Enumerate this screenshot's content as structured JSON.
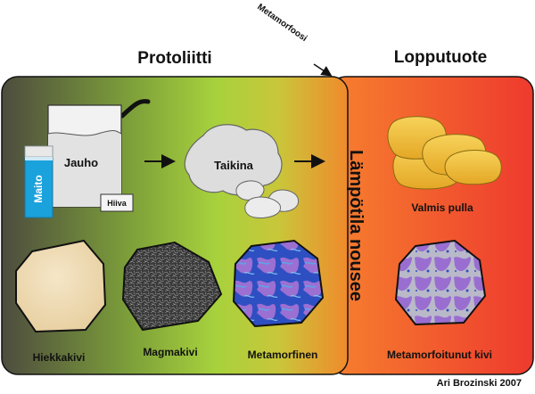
{
  "headings": {
    "left": "Protoliitti",
    "right": "Lopputuote",
    "arrow_label": "Metamorfoosi"
  },
  "center_label": "Lämpötila nousee",
  "baking": {
    "milk": "Maito",
    "flour": "Jauho",
    "yeast": "Hiiva",
    "dough": "Taikina",
    "product": "Valmis pulla"
  },
  "rocks": {
    "sandstone": "Hiekkakivi",
    "igneous": "Magmakivi",
    "metamorphic": "Metamorfinen",
    "metamorphosed": "Metamorfoitunut kivi"
  },
  "credit": "Ari Brozinski 2007",
  "colors": {
    "left_gradient": [
      "#4f4f3f",
      "#8ec83a",
      "#a6d43b",
      "#ee8a2a"
    ],
    "right_gradient": [
      "#f57a2e",
      "#ee3a2e"
    ],
    "milk_blue": "#1aa2dc",
    "bun": "#f0c13a",
    "sandstone": "#f0dcb4",
    "metamorphic_purple": "#9a6ed0",
    "metamorphic_blue": "#2f4fc0"
  },
  "icons": [
    "milk-carton-icon",
    "flour-bag-icon",
    "yeast-packet-icon",
    "dough-icon",
    "bun-icon",
    "rock-icon",
    "arrow-icon"
  ]
}
